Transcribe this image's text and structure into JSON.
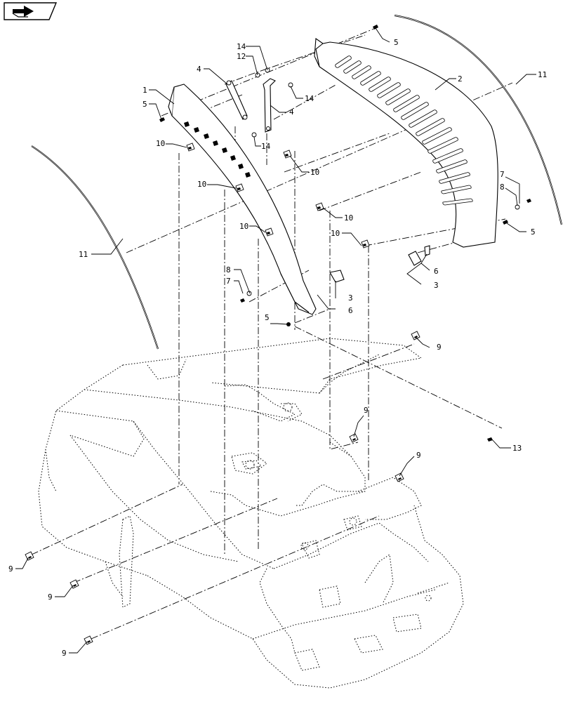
{
  "nav": {
    "icon": "next-page-arrow-icon"
  },
  "callouts": [
    {
      "id": "c1",
      "text": "1"
    },
    {
      "id": "c2",
      "text": "2"
    },
    {
      "id": "c3a",
      "text": "3"
    },
    {
      "id": "c3b",
      "text": "3"
    },
    {
      "id": "c4a",
      "text": "4"
    },
    {
      "id": "c4b",
      "text": "4"
    },
    {
      "id": "c5a",
      "text": "5"
    },
    {
      "id": "c5b",
      "text": "5"
    },
    {
      "id": "c5c",
      "text": "5"
    },
    {
      "id": "c5d",
      "text": "5"
    },
    {
      "id": "c6a",
      "text": "6"
    },
    {
      "id": "c6b",
      "text": "6"
    },
    {
      "id": "c7a",
      "text": "7"
    },
    {
      "id": "c7b",
      "text": "7"
    },
    {
      "id": "c8a",
      "text": "8"
    },
    {
      "id": "c8b",
      "text": "8"
    },
    {
      "id": "c9a",
      "text": "9"
    },
    {
      "id": "c9b",
      "text": "9"
    },
    {
      "id": "c9c",
      "text": "9"
    },
    {
      "id": "c9d",
      "text": "9"
    },
    {
      "id": "c9e",
      "text": "9"
    },
    {
      "id": "c9f",
      "text": "9"
    },
    {
      "id": "c10a",
      "text": "10"
    },
    {
      "id": "c10b",
      "text": "10"
    },
    {
      "id": "c10c",
      "text": "10"
    },
    {
      "id": "c10d",
      "text": "10"
    },
    {
      "id": "c10e",
      "text": "10"
    },
    {
      "id": "c10f",
      "text": "10"
    },
    {
      "id": "c11a",
      "text": "11"
    },
    {
      "id": "c11b",
      "text": "11"
    },
    {
      "id": "c12",
      "text": "12"
    },
    {
      "id": "c13",
      "text": "13"
    },
    {
      "id": "c14a",
      "text": "14"
    },
    {
      "id": "c14b",
      "text": "14"
    },
    {
      "id": "c14c",
      "text": "14"
    }
  ]
}
